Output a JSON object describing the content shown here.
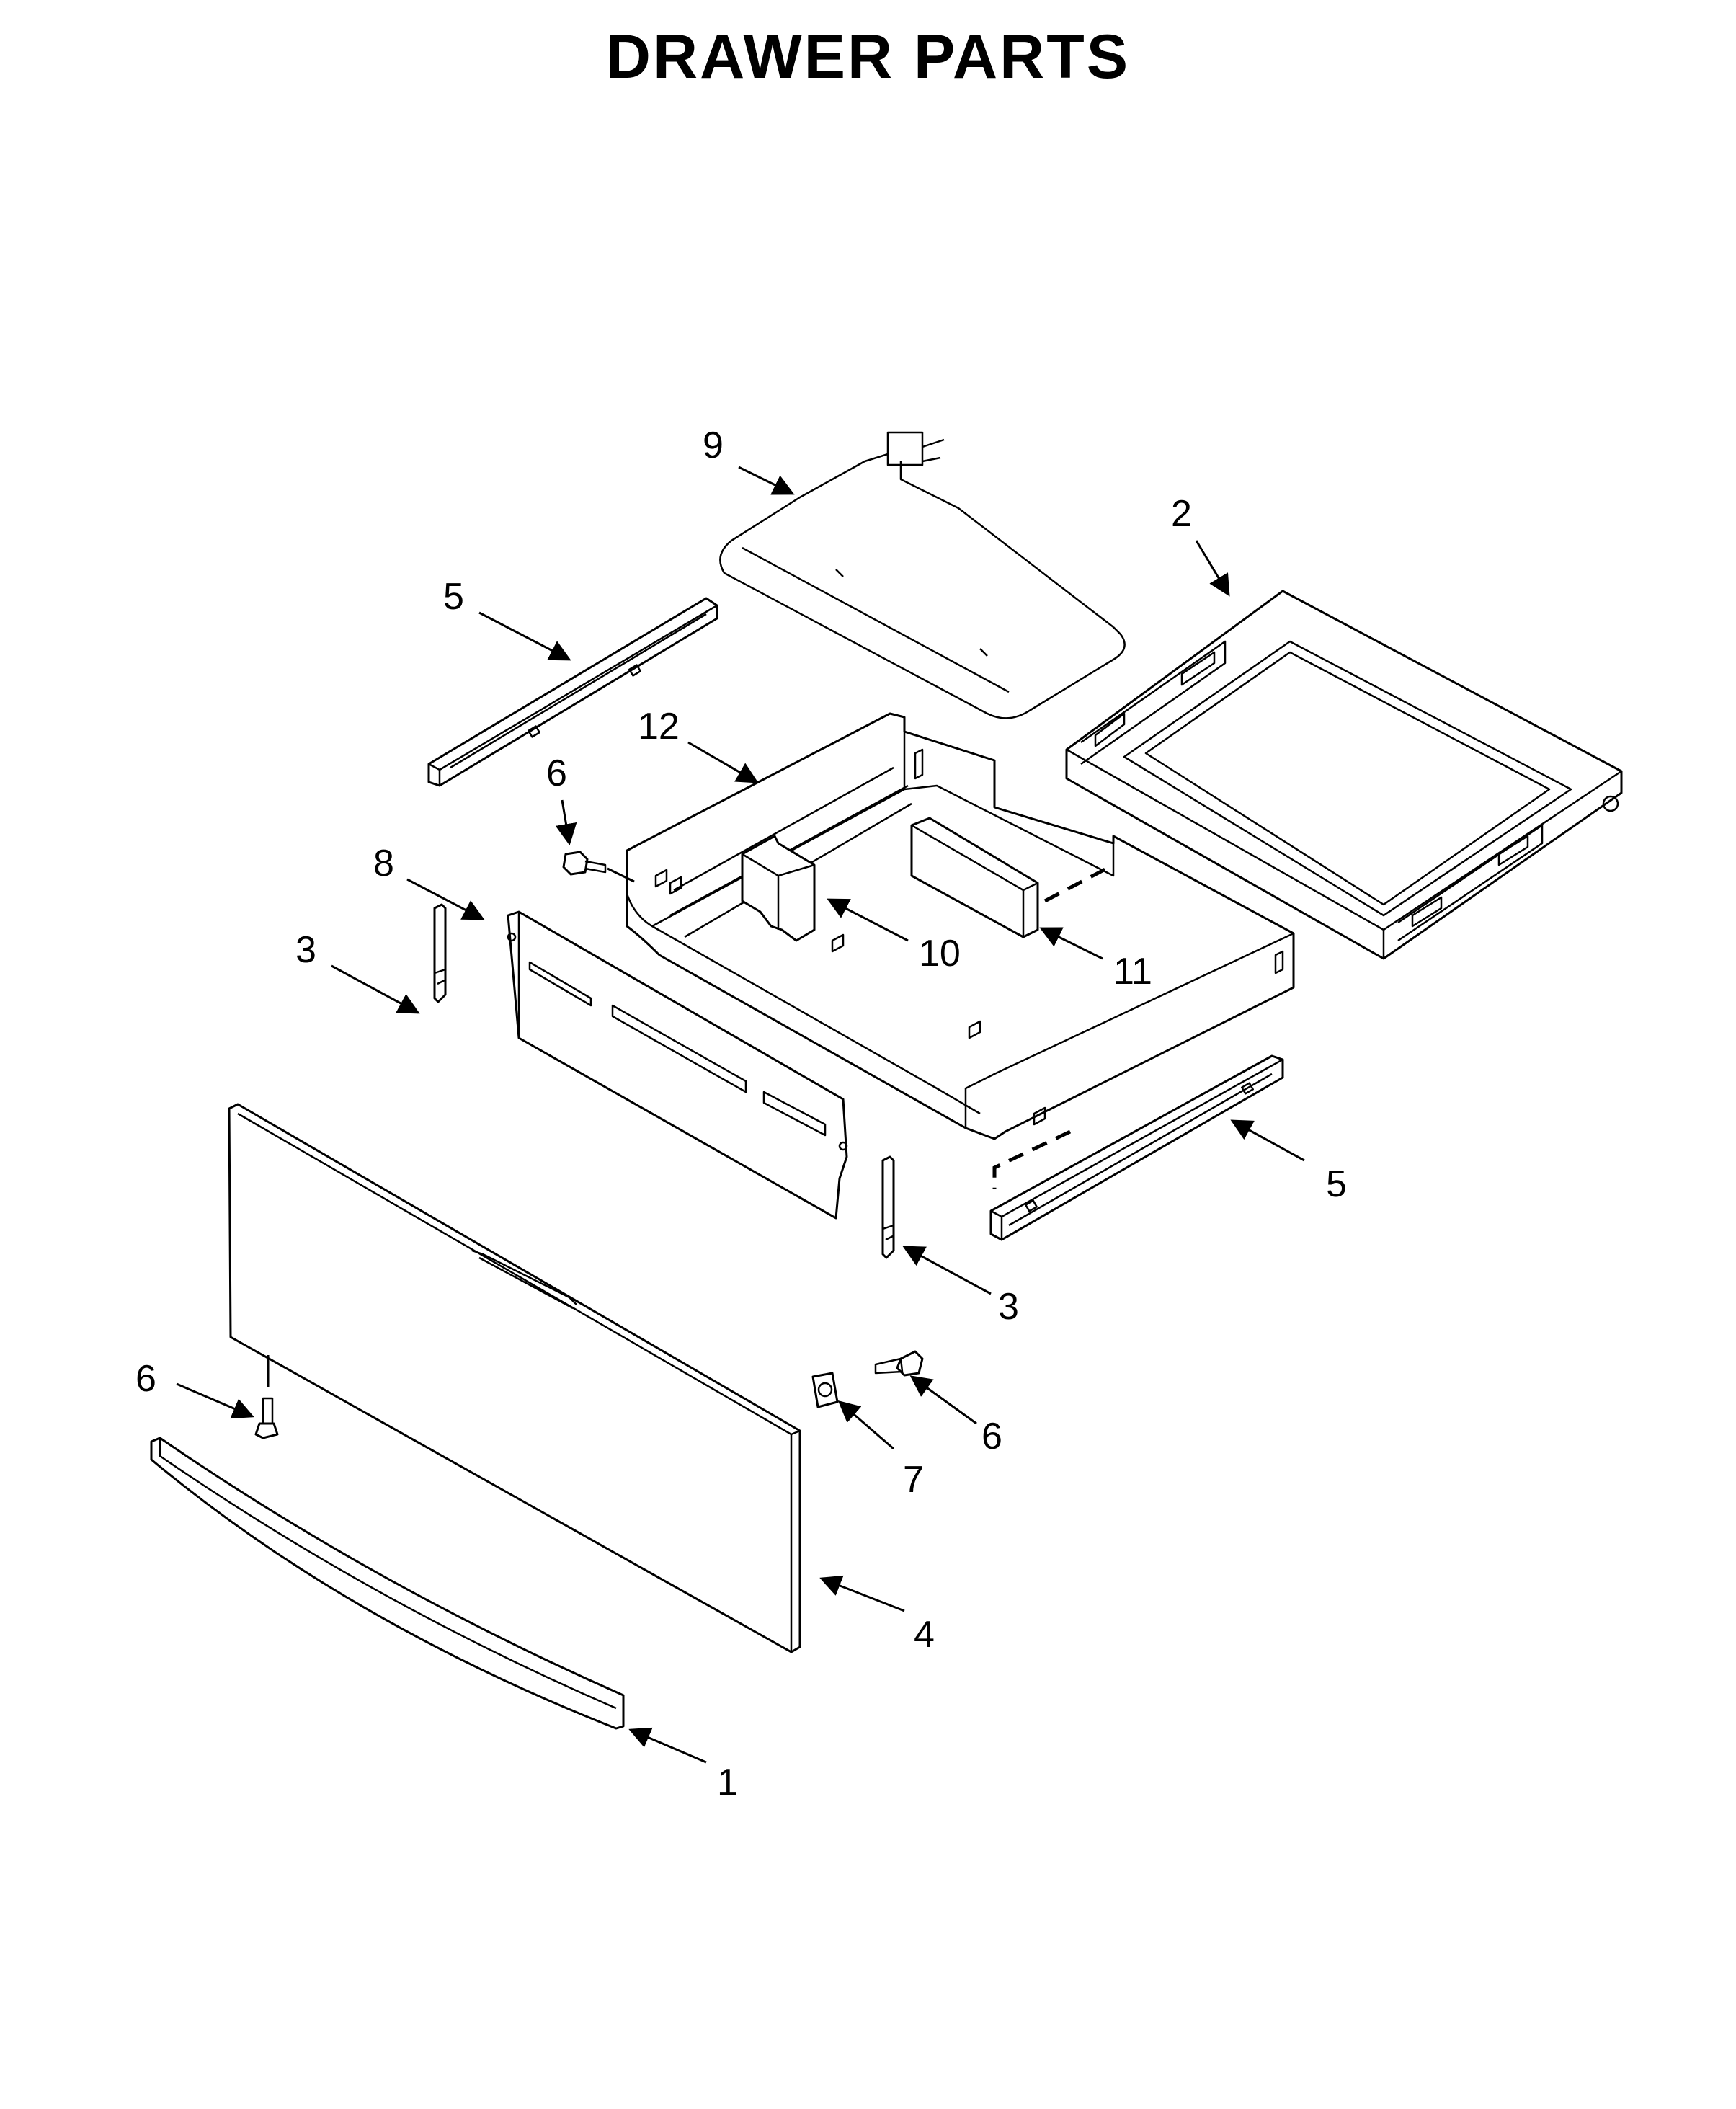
{
  "title": "DRAWER PARTS",
  "callouts": {
    "c1": "1",
    "c2": "2",
    "c3a": "3",
    "c3b": "3",
    "c4": "4",
    "c5a": "5",
    "c5b": "5",
    "c6a": "6",
    "c6b": "6",
    "c6c": "6",
    "c7": "7",
    "c8": "8",
    "c9": "9",
    "c10": "10",
    "c11": "11",
    "c12": "12"
  }
}
